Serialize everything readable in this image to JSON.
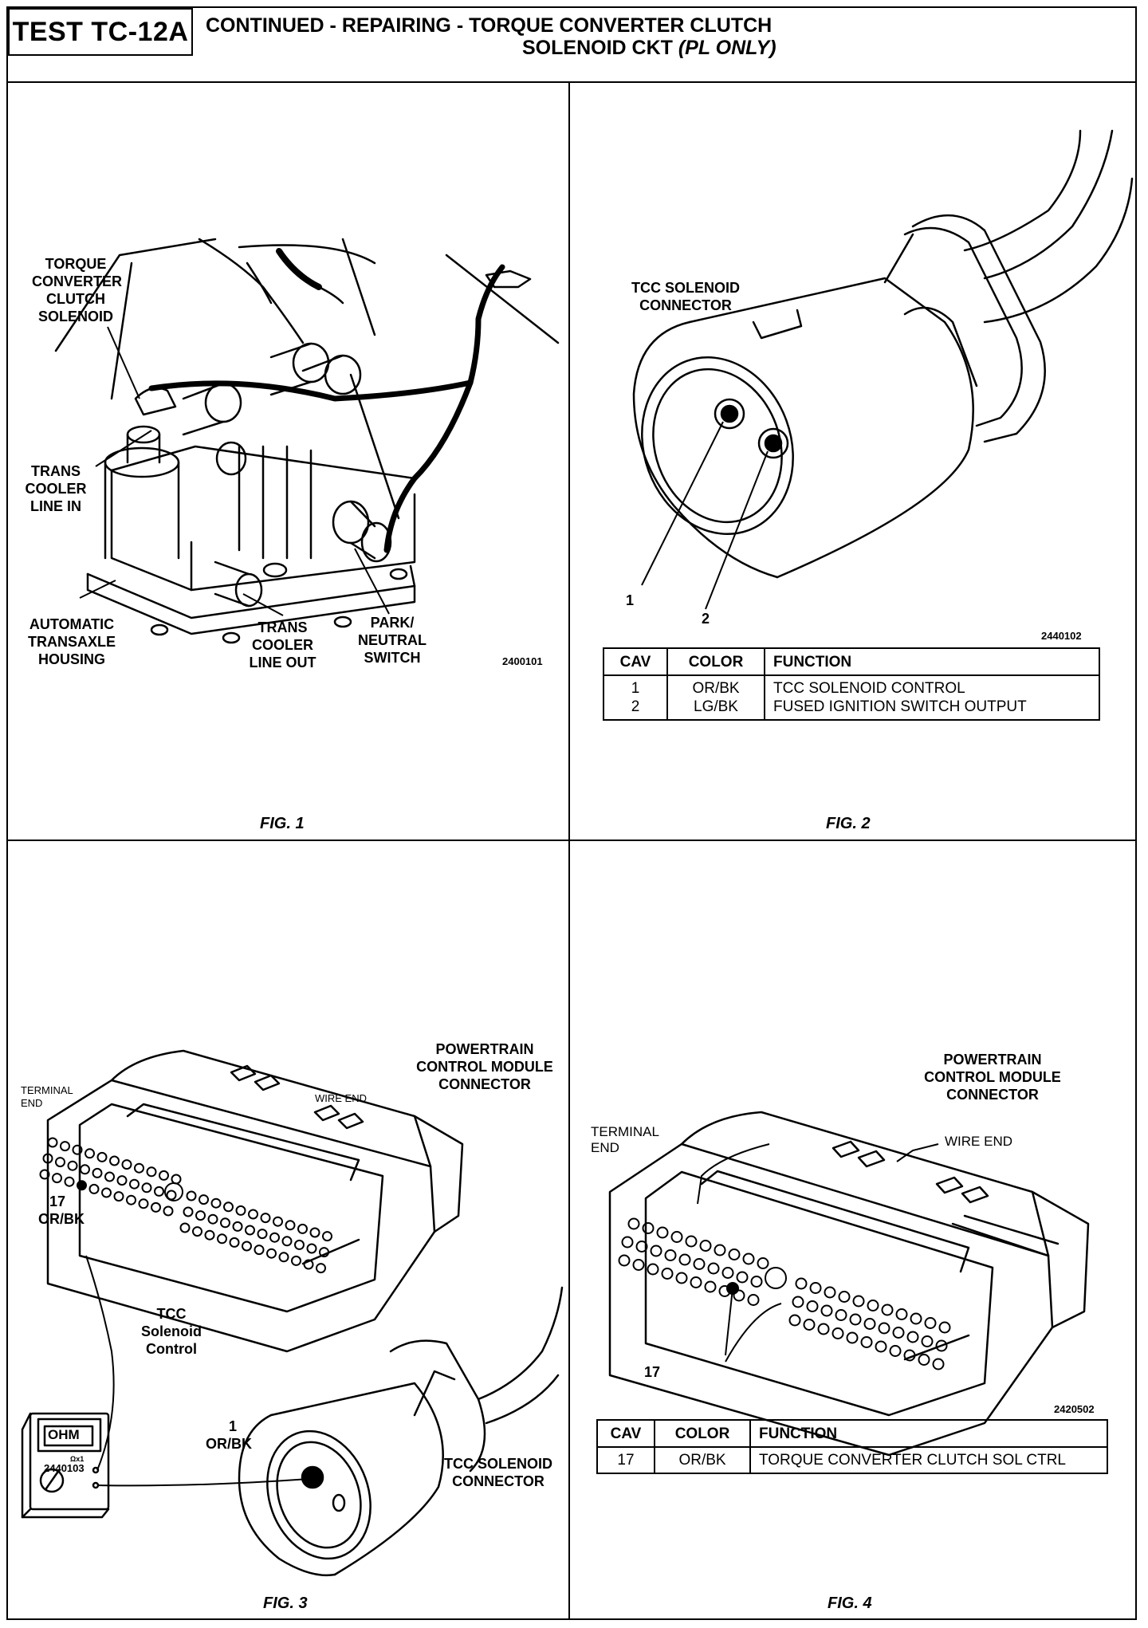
{
  "header": {
    "test_id": "TEST TC-12A",
    "title_line1": "CONTINUED - REPAIRING - TORQUE CONVERTER CLUTCH",
    "title_line2": "SOLENOID CKT",
    "title_qualifier": "(PL ONLY)"
  },
  "fig1": {
    "caption": "FIG. 1",
    "ref": "2400101",
    "labels": {
      "tcc_solenoid": "TORQUE CONVERTER CLUTCH SOLENOID",
      "cooler_in": "TRANS COOLER LINE IN",
      "housing": "AUTOMATIC TRANSAXLE HOUSING",
      "cooler_out": "TRANS COOLER LINE OUT",
      "park_neutral": "PARK/ NEUTRAL SWITCH"
    }
  },
  "fig2": {
    "caption": "FIG. 2",
    "ref": "2440102",
    "connector_label": "TCC SOLENOID CONNECTOR",
    "pin1": "1",
    "pin2": "2",
    "table": {
      "headers": [
        "CAV",
        "COLOR",
        "FUNCTION"
      ],
      "rows": [
        [
          "1",
          "OR/BK",
          "TCC SOLENOID CONTROL"
        ],
        [
          "2",
          "LG/BK",
          "FUSED IGNITION SWITCH OUTPUT"
        ]
      ]
    }
  },
  "fig3": {
    "caption": "FIG. 3",
    "ref": "2440103",
    "pcm_label": "POWERTRAIN CONTROL MODULE CONNECTOR",
    "terminal_end": "TERMINAL END",
    "wire_end": "WIRE END",
    "pin17": "17",
    "pin17_color": "OR/BK",
    "meter_display": "OHM",
    "meter_range": "Ωx1",
    "tcc_control": "TCC Solenoid Control",
    "pin1": "1",
    "pin1_color": "OR/BK",
    "tcc_connector": "TCC SOLENOID CONNECTOR"
  },
  "fig4": {
    "caption": "FIG. 4",
    "ref": "2420502",
    "pcm_label": "POWERTRAIN CONTROL MODULE CONNECTOR",
    "terminal_end": "TERMINAL END",
    "wire_end": "WIRE END",
    "pin17": "17",
    "table": {
      "headers": [
        "CAV",
        "COLOR",
        "FUNCTION"
      ],
      "rows": [
        [
          "17",
          "OR/BK",
          "TORQUE CONVERTER CLUTCH SOL CTRL"
        ]
      ]
    }
  }
}
